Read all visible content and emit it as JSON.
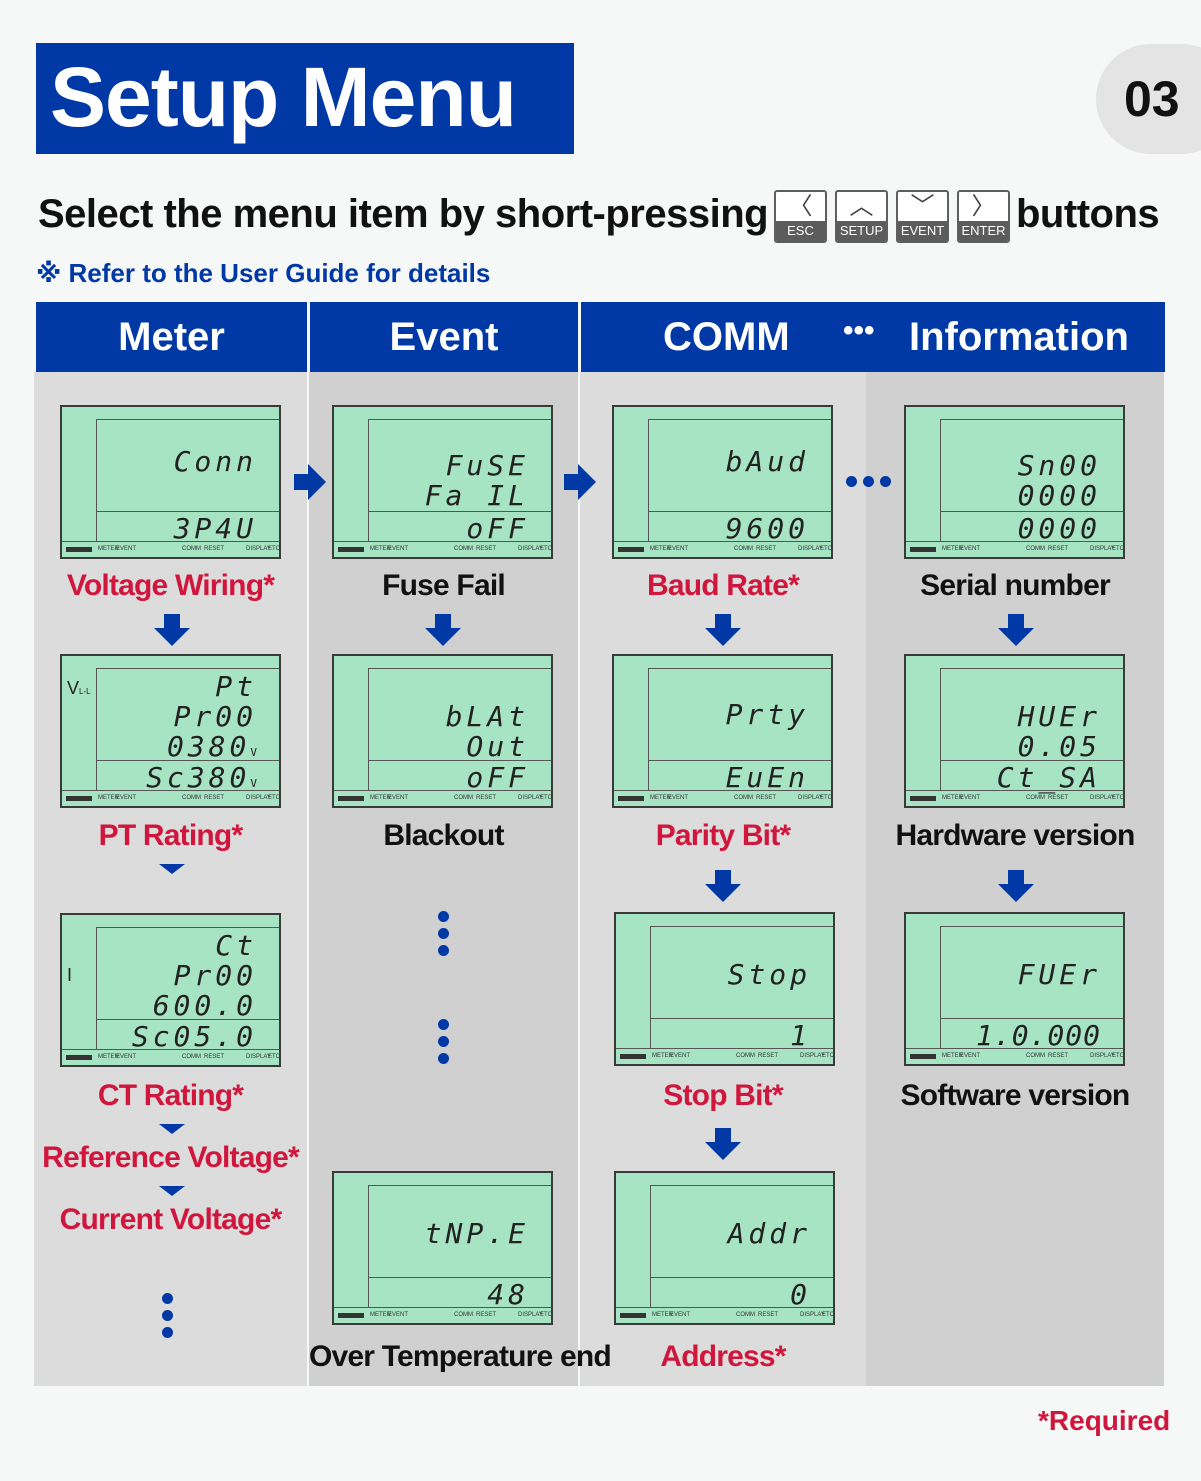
{
  "header": {
    "title": "Setup Menu",
    "page_number": "03"
  },
  "instruction": {
    "prefix": "Select the menu item by short-pressing",
    "suffix": "buttons",
    "keys": [
      {
        "arrow": "〈",
        "label": "ESC",
        "icon": "chevron-left-icon"
      },
      {
        "arrow": "︿",
        "label": "SETUP",
        "icon": "chevron-up-icon"
      },
      {
        "arrow": "﹀",
        "label": "EVENT",
        "icon": "chevron-down-icon"
      },
      {
        "arrow": "〉",
        "label": "ENTER",
        "icon": "chevron-right-icon"
      }
    ]
  },
  "note": "※ Refer to the User Guide for details",
  "columns": {
    "meter": "Meter",
    "event": "Event",
    "comm": "COMM",
    "information": "Information",
    "ellipsis": "•••"
  },
  "lcd_footer": [
    "METER",
    "EVENT",
    "COMM",
    "RESET",
    "DISPLAY",
    "ETC"
  ],
  "screens": {
    "conn": {
      "row1": "Conn",
      "sub": "3P4U"
    },
    "pt": {
      "tag": "V",
      "tag_sub": "L-L",
      "row1": "Pt",
      "row2": "Pr00",
      "row3": "0380",
      "row3_unit": "V",
      "sub": "Sc380",
      "sub_unit": "V"
    },
    "ct": {
      "tag": "I",
      "row1": "Ct",
      "row2": "Pr00",
      "row3": "600.0",
      "sub": "Sc05.0"
    },
    "fuse": {
      "row1": "FuSE",
      "row2": "Fa IL",
      "sub": "oFF"
    },
    "blackout": {
      "row1": "bLAt",
      "row2": "Out",
      "sub": "oFF"
    },
    "temp": {
      "row1": "tNP.E",
      "sub": "48"
    },
    "baud": {
      "row1": "bAud",
      "sub": "9600"
    },
    "parity": {
      "row1": "Prty",
      "sub": "EuEn"
    },
    "stop": {
      "row1": "Stop",
      "sub": "1"
    },
    "addr": {
      "row1": "Addr",
      "sub": "0"
    },
    "serial": {
      "row1": "Sn00",
      "row2": "0000",
      "sub": "0000"
    },
    "hw": {
      "row1": "HUEr",
      "row2": "0.05",
      "sub": "Ct_SA"
    },
    "fw": {
      "row1": "FUEr",
      "sub": "1.0.000"
    }
  },
  "captions": {
    "voltage_wiring": "Voltage Wiring*",
    "pt_rating": "PT Rating*",
    "ct_rating": "CT Rating*",
    "reference_voltage": "Reference Voltage*",
    "current_voltage": "Current Voltage*",
    "fuse_fail": "Fuse Fail",
    "blackout": "Blackout",
    "over_temp": "Over Temperature end",
    "baud_rate": "Baud Rate*",
    "parity_bit": "Parity Bit*",
    "stop_bit": "Stop Bit*",
    "address": "Address*",
    "serial_number": "Serial number",
    "hardware_version": "Hardware version",
    "software_version": "Software version"
  },
  "footer": {
    "required": "*Required"
  },
  "colors": {
    "brand_blue": "#0039a6",
    "required_red": "#d0163c",
    "lcd_green": "#a6e4c4"
  }
}
